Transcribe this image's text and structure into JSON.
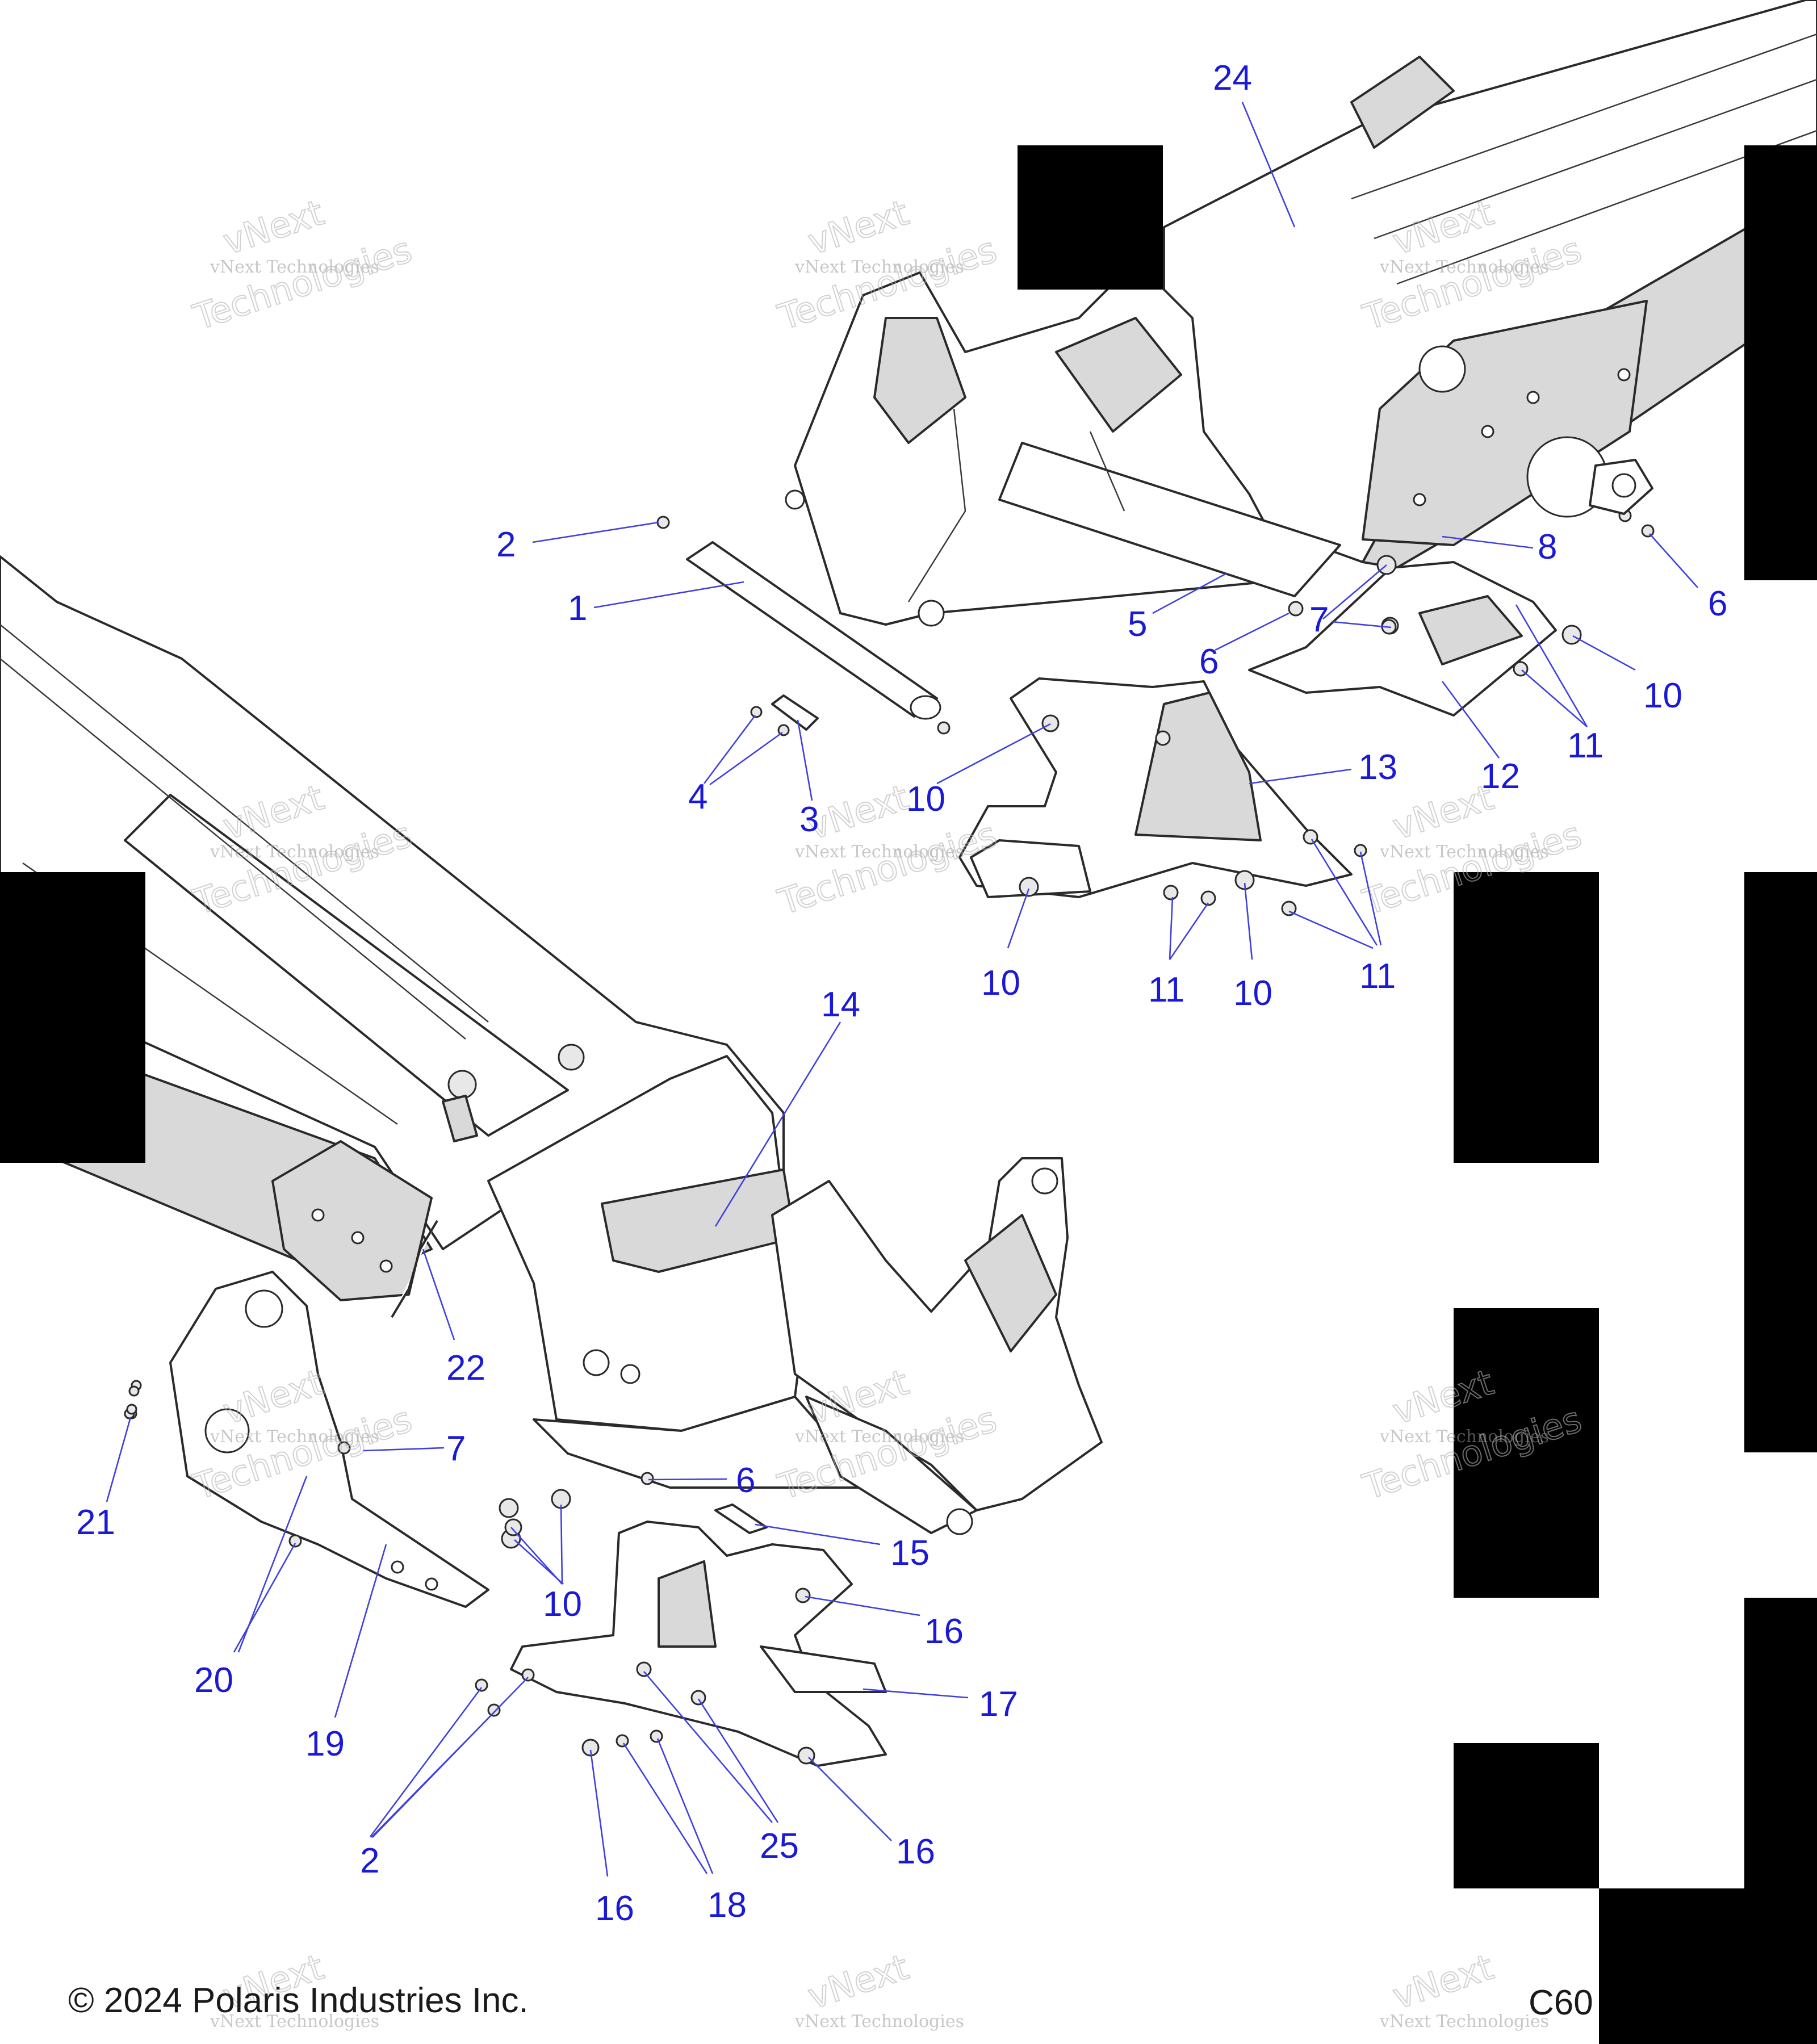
{
  "footer": {
    "copyright": "© 2024 Polaris Industries Inc.",
    "code": "C60"
  },
  "watermark": {
    "line1": "vNext Technologies",
    "line2a": "vNext",
    "line2b": "Technologies"
  },
  "callouts": [
    "1",
    "2",
    "3",
    "4",
    "5",
    "6",
    "7",
    "8",
    "10",
    "11",
    "12",
    "13",
    "14",
    "15",
    "16",
    "17",
    "18",
    "19",
    "20",
    "21",
    "22",
    "24",
    "25"
  ]
}
